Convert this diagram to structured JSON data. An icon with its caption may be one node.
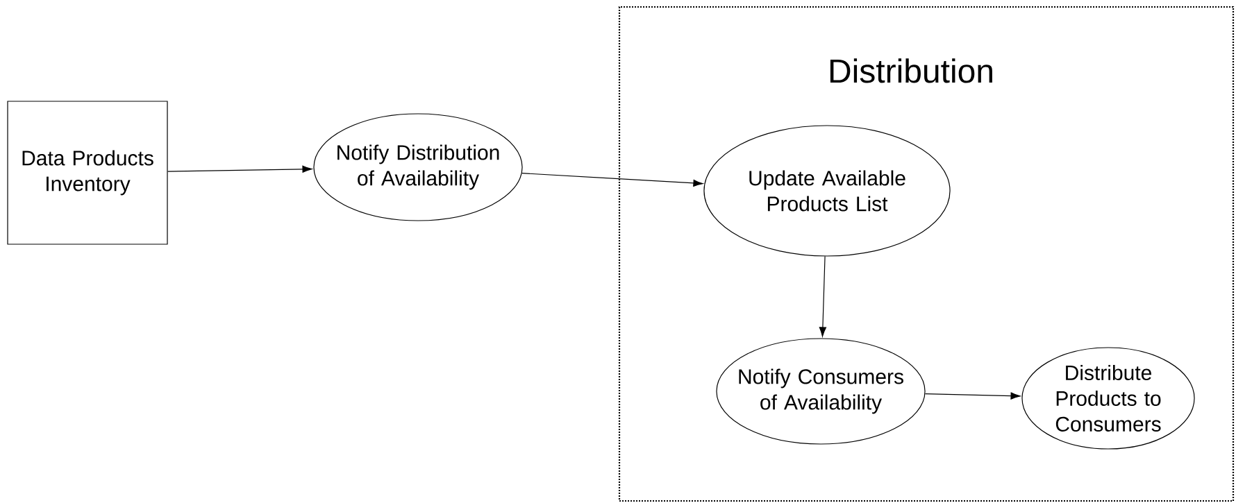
{
  "diagram": {
    "nodes": [
      {
        "text": [
          "Data Products Inventory"
        ]
      },
      {
        "text": [
          "Notify Distribution of Availability"
        ]
      },
      {
        "text": [
          "Distribution"
        ]
      },
      {
        "text": [
          "Update Available Products List"
        ],
        "in": 2
      },
      {
        "text": [
          "Notify Consumers of Availability"
        ],
        "in": 2
      },
      {
        "text": [
          "Distribute Products to Consumers"
        ],
        "in": 2
      }
    ],
    "edges": [
      {
        "from": 0,
        "to": 1,
        "arrow": "to"
      },
      {
        "from": 1,
        "to": 3,
        "arrow": "to"
      },
      {
        "from": 3,
        "to": 4,
        "arrow": "to"
      },
      {
        "from": 4,
        "to": 5,
        "arrow": "to"
      }
    ]
  }
}
